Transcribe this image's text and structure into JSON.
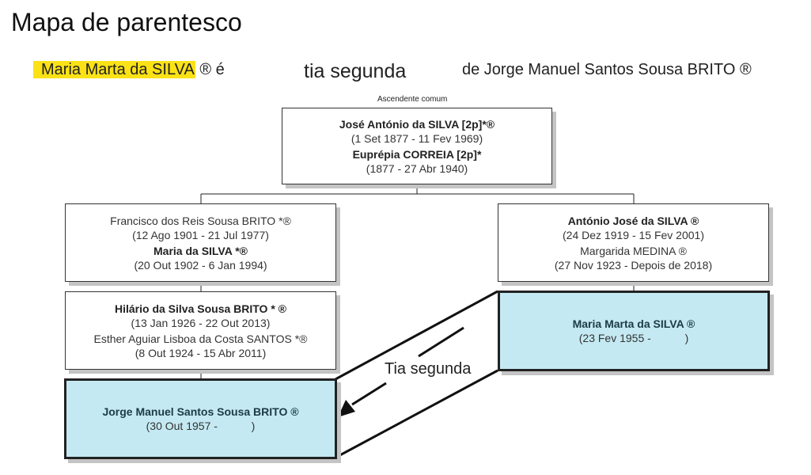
{
  "title": "Mapa de parentesco",
  "summary": {
    "person_a": "Maria Marta da SILVA",
    "mid": " ® é",
    "relation": "tia segunda",
    "person_b": "de Jorge Manuel Santos Sousa BRITO ®"
  },
  "common_ancestor_label": "Ascendente comum",
  "boxes": {
    "top": {
      "l1": "José António da SILVA [2p]*®",
      "l2": "(1 Set 1877 - 11 Fev 1969)",
      "l3": "Euprépia CORREIA [2p]*",
      "l4": "(1877 - 27 Abr 1940)"
    },
    "left1": {
      "l1": "Francisco dos Reis Sousa BRITO *®",
      "l2": "(12 Ago 1901 - 21 Jul 1977)",
      "l3": "Maria da SILVA *®",
      "l4": "(20 Out 1902 - 6 Jan 1994)"
    },
    "right1": {
      "l1": "António José da SILVA ®",
      "l2": "(24 Dez 1919 - 15 Fev 2001)",
      "l3": "Margarida MEDINA ®",
      "l4": "(27 Nov 1923 - Depois de 2018)"
    },
    "left2": {
      "l1": "Hilário da Silva Sousa BRITO * ®",
      "l2": "(13 Jan 1926 - 22 Out 2013)",
      "l3": "Esther Aguiar Lisboa da Costa SANTOS *®",
      "l4": "(8 Out 1924 - 15 Abr 2011)"
    },
    "right2": {
      "l1": "Maria Marta da SILVA ®",
      "l2": "(23 Fev 1955 -           )"
    },
    "left3": {
      "l1": "Jorge Manuel Santos Sousa BRITO ®",
      "l2": "(30 Out 1957 -           )"
    }
  },
  "arrow_label": "Tia segunda"
}
